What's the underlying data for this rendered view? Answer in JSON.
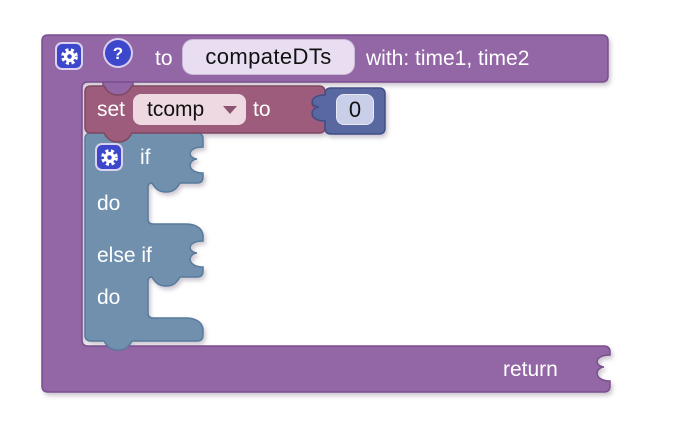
{
  "procedure_block": {
    "label_to": "to",
    "name": "compateDTs",
    "params": "with: time1, time2",
    "label_return": "return",
    "color": "#9366a5",
    "help_glyph": "?"
  },
  "set_block": {
    "label_set": "set",
    "variable": "tcomp",
    "label_to": "to",
    "color": "#9d5c7b",
    "dropdown_bg": "#eed9e2"
  },
  "number_block": {
    "value": "0",
    "color": "#5a68a1",
    "field_bg": "#c9cee9"
  },
  "if_block": {
    "label_if": "if",
    "label_do": "do",
    "label_else_if": "else if",
    "label_do2": "do",
    "color": "#7090ae"
  },
  "icons": {
    "accent_blue": "#3d47cb"
  }
}
